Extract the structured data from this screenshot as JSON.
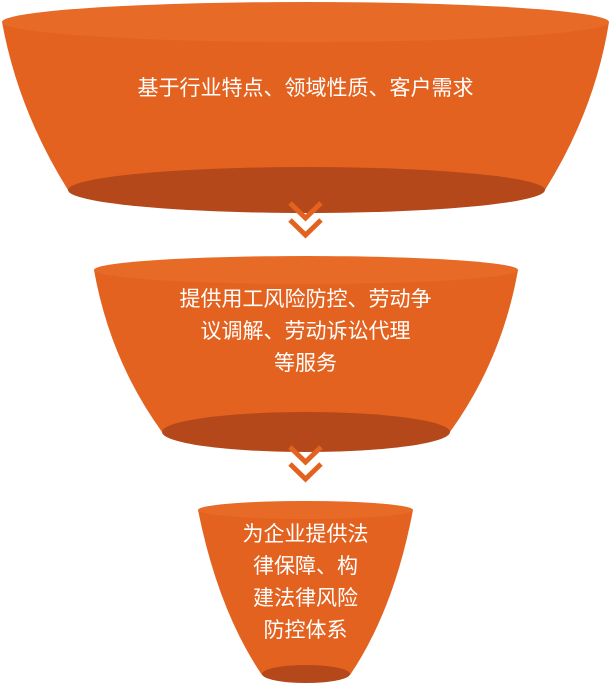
{
  "colors": {
    "cup_fill": "#E4621F",
    "cup_rim": "#D05A1C",
    "cup_bottom": "#B5481A",
    "chevron": "#E4621F",
    "text": "#FFFFFF"
  },
  "stages": [
    {
      "lines": [
        "基于行业特点、领域性质、客户需求"
      ]
    },
    {
      "lines": [
        "提供用工风险防控、劳动争",
        "议调解、劳动诉讼代理",
        "等服务"
      ]
    },
    {
      "lines": [
        "为企业提供法",
        "律保障、构",
        "建法律风险",
        "防控体系"
      ]
    }
  ],
  "connectors": [
    {
      "icon": "double-chevron-down-icon"
    },
    {
      "icon": "double-chevron-down-icon"
    }
  ]
}
